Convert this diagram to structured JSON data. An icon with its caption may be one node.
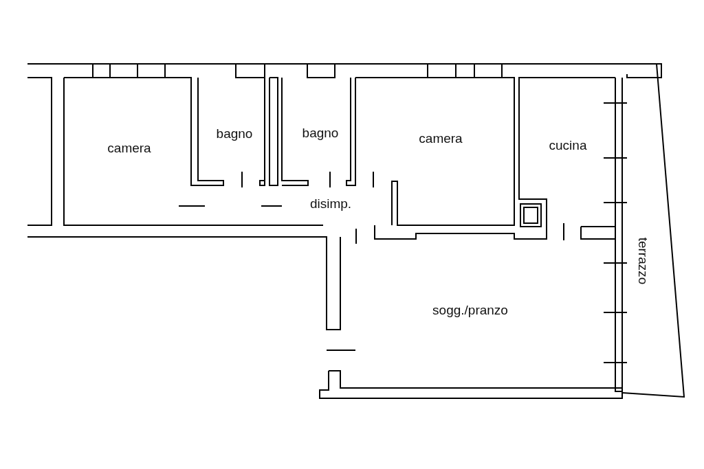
{
  "diagram": {
    "nodes": [
      {
        "text": [
          "camera"
        ]
      },
      {
        "text": [
          "bagno"
        ]
      },
      {
        "text": [
          "bagno"
        ]
      },
      {
        "text": [
          "camera"
        ]
      },
      {
        "text": [
          "cucina"
        ]
      },
      {
        "text": [
          "disimp."
        ]
      },
      {
        "text": [
          "sogg./pranzo"
        ]
      },
      {
        "text": [
          "terrazzo"
        ]
      }
    ]
  }
}
